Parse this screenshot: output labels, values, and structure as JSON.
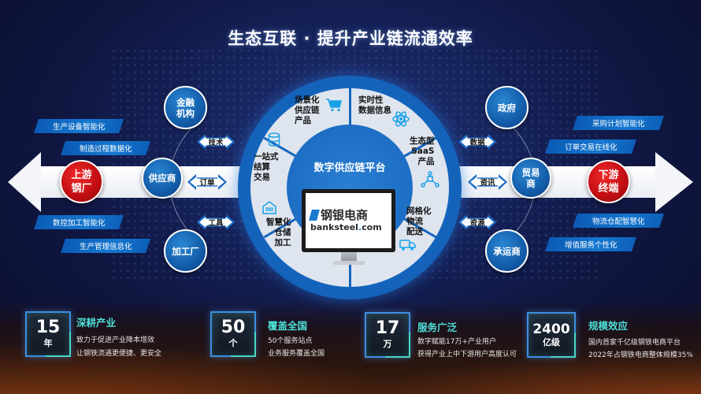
{
  "title": "生态互联 · 提升产业链流通效率",
  "upstream": {
    "label_line1": "上游",
    "label_line2": "钢厂"
  },
  "downstream": {
    "label_line1": "下游",
    "label_line2": "终端"
  },
  "left_ribbons": [
    "生产设备智能化",
    "制造过程数据化",
    "数控加工智能化",
    "生产管理信息化"
  ],
  "right_ribbons": [
    "采购计划智能化",
    "订单交易在线化",
    "物流仓配智慧化",
    "增值服务个性化"
  ],
  "left_nodes": {
    "top": [
      "金融",
      "机构"
    ],
    "middle": "供应商",
    "bottom": "加工厂"
  },
  "right_nodes": {
    "top": "政府",
    "middle": [
      "贸易",
      "商"
    ],
    "bottom": "承运商"
  },
  "left_links": [
    "技术",
    "订单",
    "工具"
  ],
  "right_links": [
    "数据",
    "资讯",
    "资源"
  ],
  "hub": {
    "title": "数字供应链平台",
    "segments": [
      {
        "lines": [
          "场景化",
          "供应链",
          "产品"
        ],
        "icon": "shopping-cart-icon"
      },
      {
        "lines": [
          "实时性",
          "数据信息"
        ],
        "icon": "atom-icon"
      },
      {
        "lines": [
          "生态型",
          "SaaS",
          "产品"
        ],
        "icon": "network-icon"
      },
      {
        "lines": [
          "网格化",
          "物流",
          "配送"
        ],
        "icon": "truck-icon"
      },
      {
        "lines": [
          "智慧化",
          "仓储",
          "加工"
        ],
        "icon": "warehouse-icon"
      },
      {
        "lines": [
          "一站式",
          "结算",
          "交易"
        ],
        "icon": "database-icon"
      }
    ],
    "brand_cn": "钢银电商",
    "brand_en_pre": "banksteel",
    "brand_en_dot": ".",
    "brand_en_post": "com"
  },
  "stats": [
    {
      "number": "15",
      "unit": "年",
      "heading": "深耕产业",
      "lines": [
        "致力于促进产业降本增效",
        "让钢铁流通更便捷、更安全"
      ]
    },
    {
      "number": "50",
      "unit": "个",
      "heading": "覆盖全国",
      "lines": [
        "50个服务站点",
        "业务服务覆盖全国"
      ]
    },
    {
      "number": "17",
      "unit": "万",
      "heading": "服务广泛",
      "lines": [
        "数字赋能17万+产业用户",
        "获得产业上中下游用户高度认可"
      ]
    },
    {
      "number": "2400",
      "unit": "亿级",
      "heading": "规模效应",
      "lines": [
        "国内首家千亿级钢铁电商平台",
        "2022年占钢铁电商整体规模35%"
      ]
    }
  ],
  "colors": {
    "accent_blue": "#1565bd",
    "red": "#c40f13",
    "teal": "#4fe0d8",
    "background": "#152258"
  }
}
